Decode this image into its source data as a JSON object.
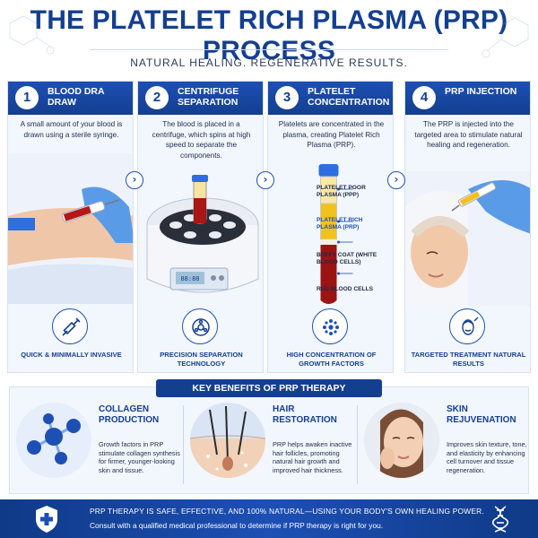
{
  "header": {
    "title": "THE PLATELET RICH PLASMA (PRP) PROCESS",
    "subtitle": "NATURAL HEALING. REGENERATIVE RESULTS."
  },
  "steps": [
    {
      "number": "1",
      "title": "BLOOD DRA DRAW",
      "text": "A small amount of your blood is drawn using a sterile syringe.",
      "icon": "syringe-icon",
      "caption": "QUICK & MINIMALLY INVASIVE"
    },
    {
      "number": "2",
      "title": "CENTRIFUGE SEPARATION",
      "text": "The blood is placed in a centrifuge, which spins at high speed to separate the components.",
      "icon": "centrifuge-icon",
      "caption": "PRECISION SEPARATION TECHNOLOGY"
    },
    {
      "number": "3",
      "title": "PLATELET CONCENTRATION",
      "text": "Platelets are concentrated in the plasma, creating Platelet Rich Plasma (PRP).",
      "icon": "platelet-cluster-icon",
      "caption": "HIGH CONCENTRATION OF GROWTH FACTORS"
    },
    {
      "number": "4",
      "title": "PRP INJECTION",
      "text": "The PRP is injected into the targeted area to stimulate natural healing and regeneration.",
      "icon": "face-icon",
      "caption": "TARGETED TREATMENT NATURAL RESULTS"
    }
  ],
  "tube_labels": {
    "ppp": "PLATELET POOR PLASMA (PPP)",
    "prp": "PLATELET RICH PLASMA (PRP)",
    "buffy": "BUFFY COAT (WHITE BLOOD CELLS)",
    "rbc": "RED BLOOD CELLS"
  },
  "centrifuge_display": "88:88",
  "benefits": {
    "banner": "KEY BENEFITS OF PRP THERAPY",
    "items": [
      {
        "title": "COLLAGEN PRODUCTION",
        "text": "Growth factors in PRP stimulate collagen synthesis for firmer, younger-looking skin and tissue."
      },
      {
        "title": "HAIR RESTORATION",
        "text": "PRP helps awaken inactive hair follicles, promoting natural hair growth and improved hair thickness."
      },
      {
        "title": "SKIN REJUVENATION",
        "text": "Improves skin texture, tone, and elasticity by enhancing cell turnover and tissue regeneration."
      }
    ]
  },
  "footer": {
    "line1": "PRP THERAPY IS SAFE, EFFECTIVE, AND 100% NATURAL—USING YOUR BODY'S OWN HEALING POWER.",
    "line2": "Consult with a qualified medical professional to determine if PRP therapy is right for you.",
    "icons": [
      "shield-cross-icon",
      "dna-icon"
    ]
  },
  "colors": {
    "primary": "#143f8f",
    "accent": "#1d4fb5",
    "panel": "#f2f6fd",
    "plasma": "#f3c11c",
    "blood": "#9b1414"
  }
}
